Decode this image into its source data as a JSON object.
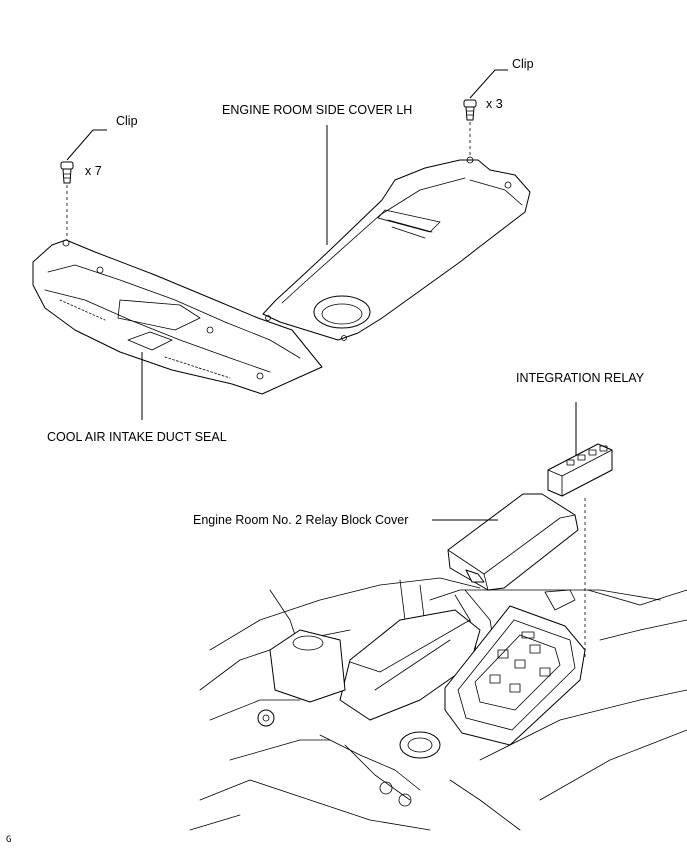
{
  "labels": {
    "clip_left": "Clip",
    "qty_left": "x 7",
    "clip_right": "Clip",
    "qty_right": "x 3",
    "side_cover": "ENGINE ROOM SIDE COVER LH",
    "duct_seal": "COOL AIR INTAKE DUCT SEAL",
    "integration_relay": "INTEGRATION RELAY",
    "relay_block_cover": "Engine Room No. 2 Relay Block Cover",
    "figure_ref": "G"
  }
}
